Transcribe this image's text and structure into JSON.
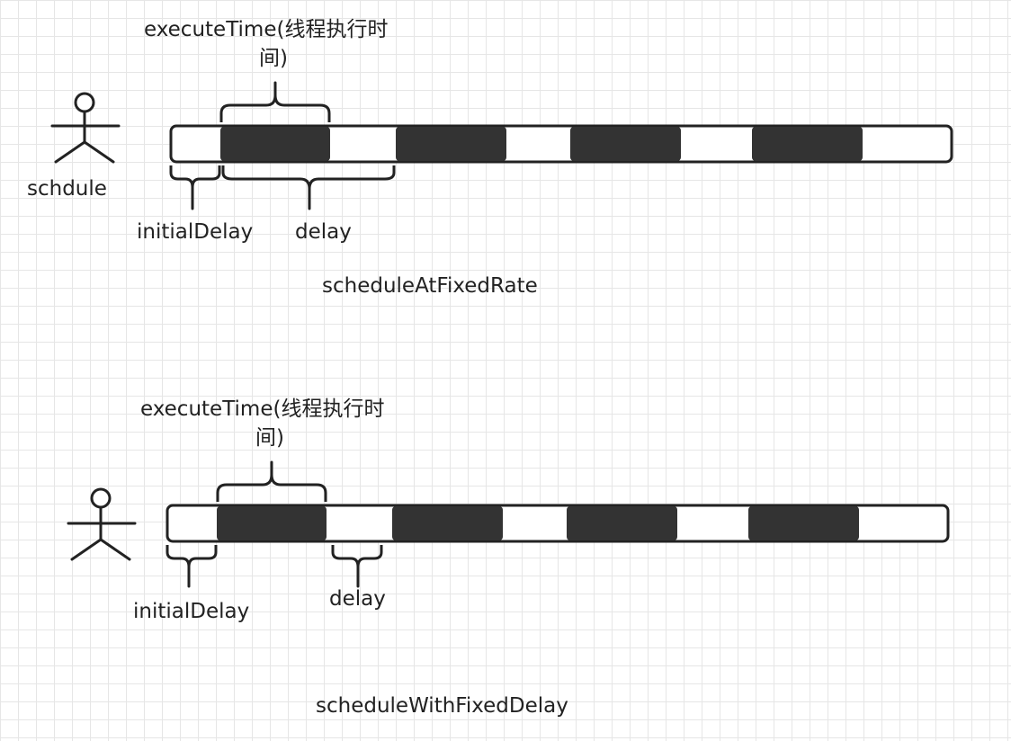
{
  "colors": {
    "grid": "#e6e6e6",
    "stroke": "#222222",
    "block_fill": "#333333",
    "bar_fill": "#ffffff"
  },
  "diagrams": [
    {
      "actor_label": "schdule",
      "execute_time_label_line1": "executeTime(线程执行时",
      "execute_time_label_line2": "间)",
      "initial_delay_label": "initialDelay",
      "delay_label": "delay",
      "method_title": "scheduleAtFixedRate"
    },
    {
      "actor_label": "",
      "execute_time_label_line1": "executeTime(线程执行时",
      "execute_time_label_line2": "间)",
      "initial_delay_label": "initialDelay",
      "delay_label": "delay",
      "method_title": "scheduleWithFixedDelay"
    }
  ]
}
